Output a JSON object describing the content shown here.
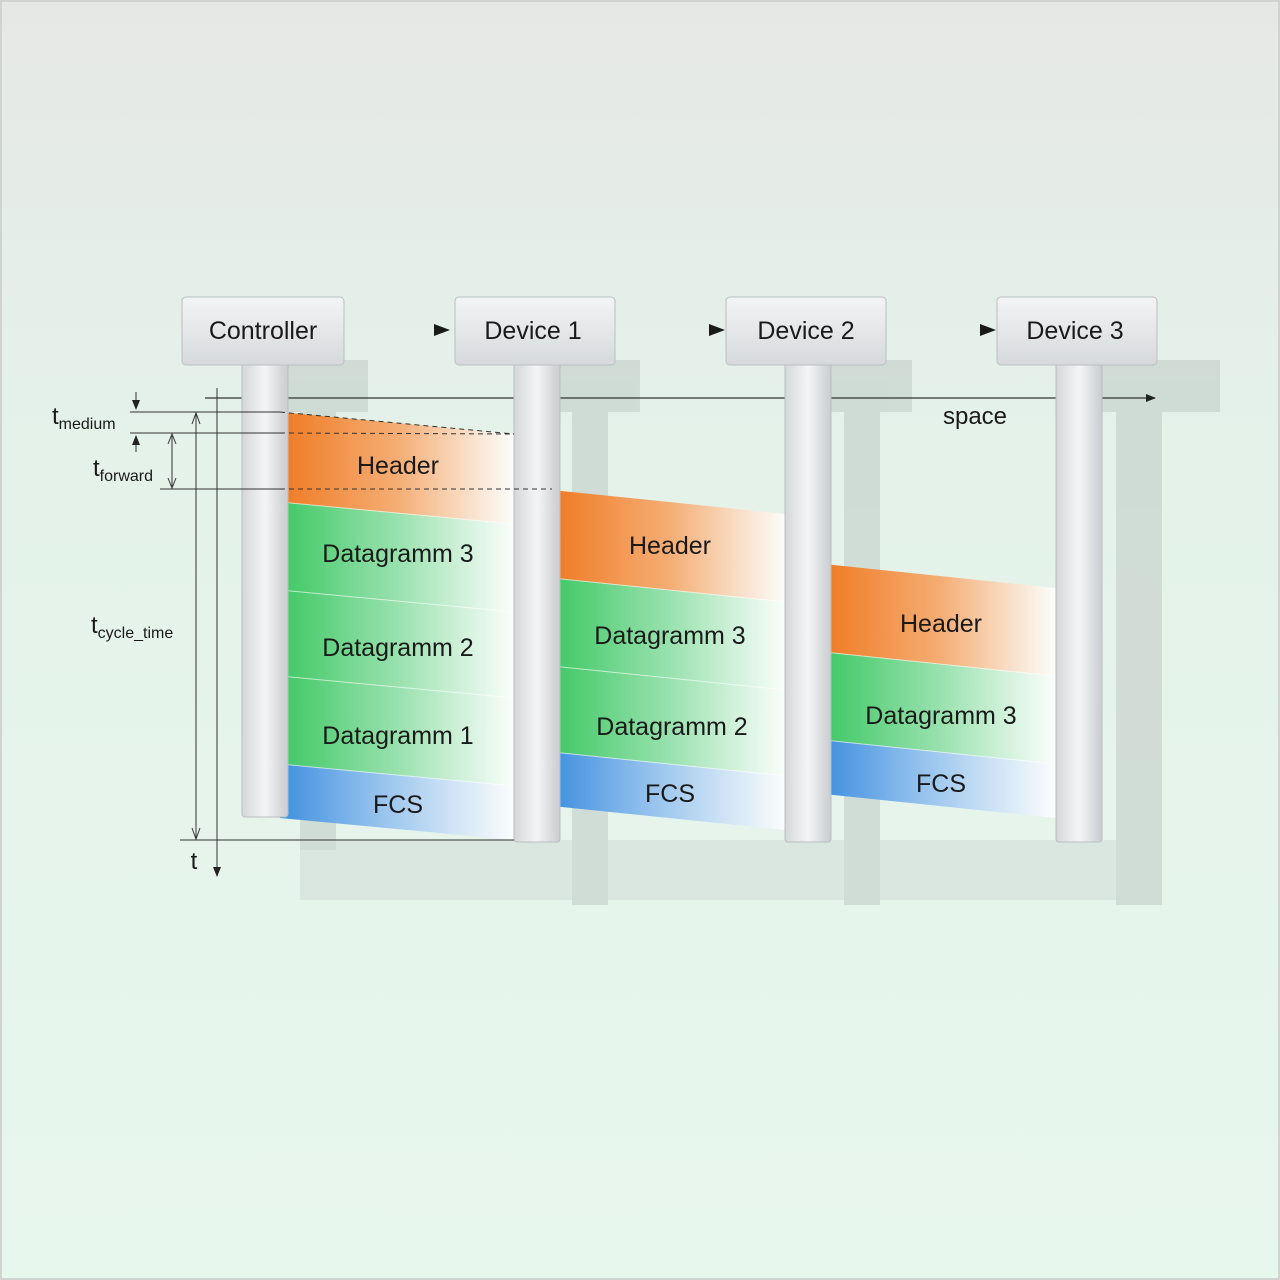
{
  "nodes": {
    "controller": "Controller",
    "device1": "Device 1",
    "device2": "Device 2",
    "device3": "Device 3"
  },
  "axis": {
    "space": "space",
    "time": "t"
  },
  "timings": {
    "medium": {
      "main": "t",
      "sub": "medium"
    },
    "forward": {
      "main": "t",
      "sub": "forward"
    },
    "cycle": {
      "main": "t",
      "sub": "cycle_time"
    }
  },
  "frames": {
    "frame0": {
      "header": "Header",
      "d3": "Datagramm 3",
      "d2": "Datagramm 2",
      "d1": "Datagramm 1",
      "fcs": "FCS"
    },
    "frame1": {
      "header": "Header",
      "d3": "Datagramm 3",
      "d2": "Datagramm 2",
      "fcs": "FCS"
    },
    "frame2": {
      "header": "Header",
      "d3": "Datagramm 3",
      "fcs": "FCS"
    }
  },
  "colors": {
    "header": "#f07a22",
    "datagram": "#3ec864",
    "fcs": "#3f8fe0",
    "background_top": "#e6e8e6",
    "background_bottom": "#e6f6ec"
  }
}
